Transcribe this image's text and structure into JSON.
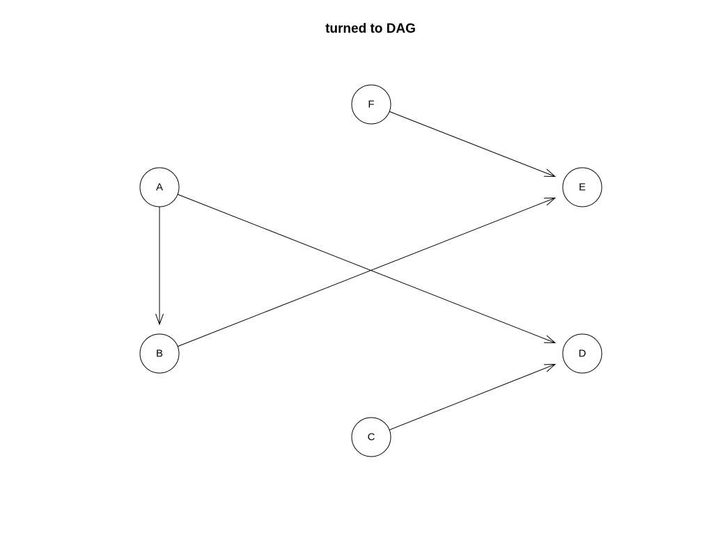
{
  "title": "turned to DAG",
  "nodes": [
    {
      "id": "A",
      "label": "A"
    },
    {
      "id": "B",
      "label": "B"
    },
    {
      "id": "C",
      "label": "C"
    },
    {
      "id": "D",
      "label": "D"
    },
    {
      "id": "E",
      "label": "E"
    },
    {
      "id": "F",
      "label": "F"
    }
  ],
  "edges": [
    {
      "from": "A",
      "to": "B"
    },
    {
      "from": "A",
      "to": "D"
    },
    {
      "from": "B",
      "to": "E"
    },
    {
      "from": "C",
      "to": "D"
    },
    {
      "from": "F",
      "to": "E"
    }
  ],
  "colors": {
    "stroke": "#000000",
    "background": "#ffffff"
  }
}
